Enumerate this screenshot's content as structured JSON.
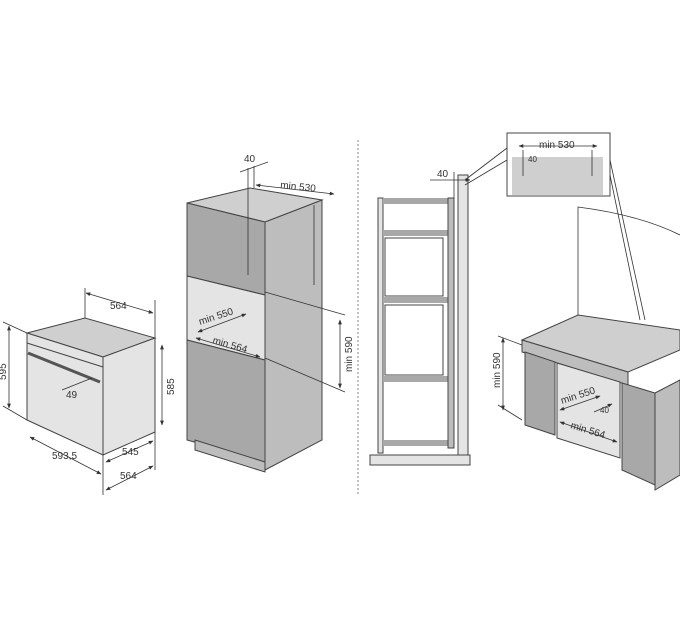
{
  "oven": {
    "width_top": "564",
    "height_front": "595",
    "height_side": "585",
    "handle_offset": "49",
    "depth_body": "545",
    "width_front": "593,5",
    "width_bottom": "564"
  },
  "column_cabinet": {
    "rear_gap": "40",
    "rear_depth": "min 530",
    "niche_depth": "min 550",
    "niche_width": "min 564",
    "niche_height": "min 590"
  },
  "side_section": {
    "rear_gap": "40"
  },
  "under_counter": {
    "detail_depth": "min 530",
    "detail_gap": "40",
    "niche_height": "min 590",
    "niche_depth": "min 550",
    "rear_gap": "40",
    "niche_width": "min 564"
  },
  "colors": {
    "panel": "#a8a8a8",
    "line": "#333333"
  }
}
